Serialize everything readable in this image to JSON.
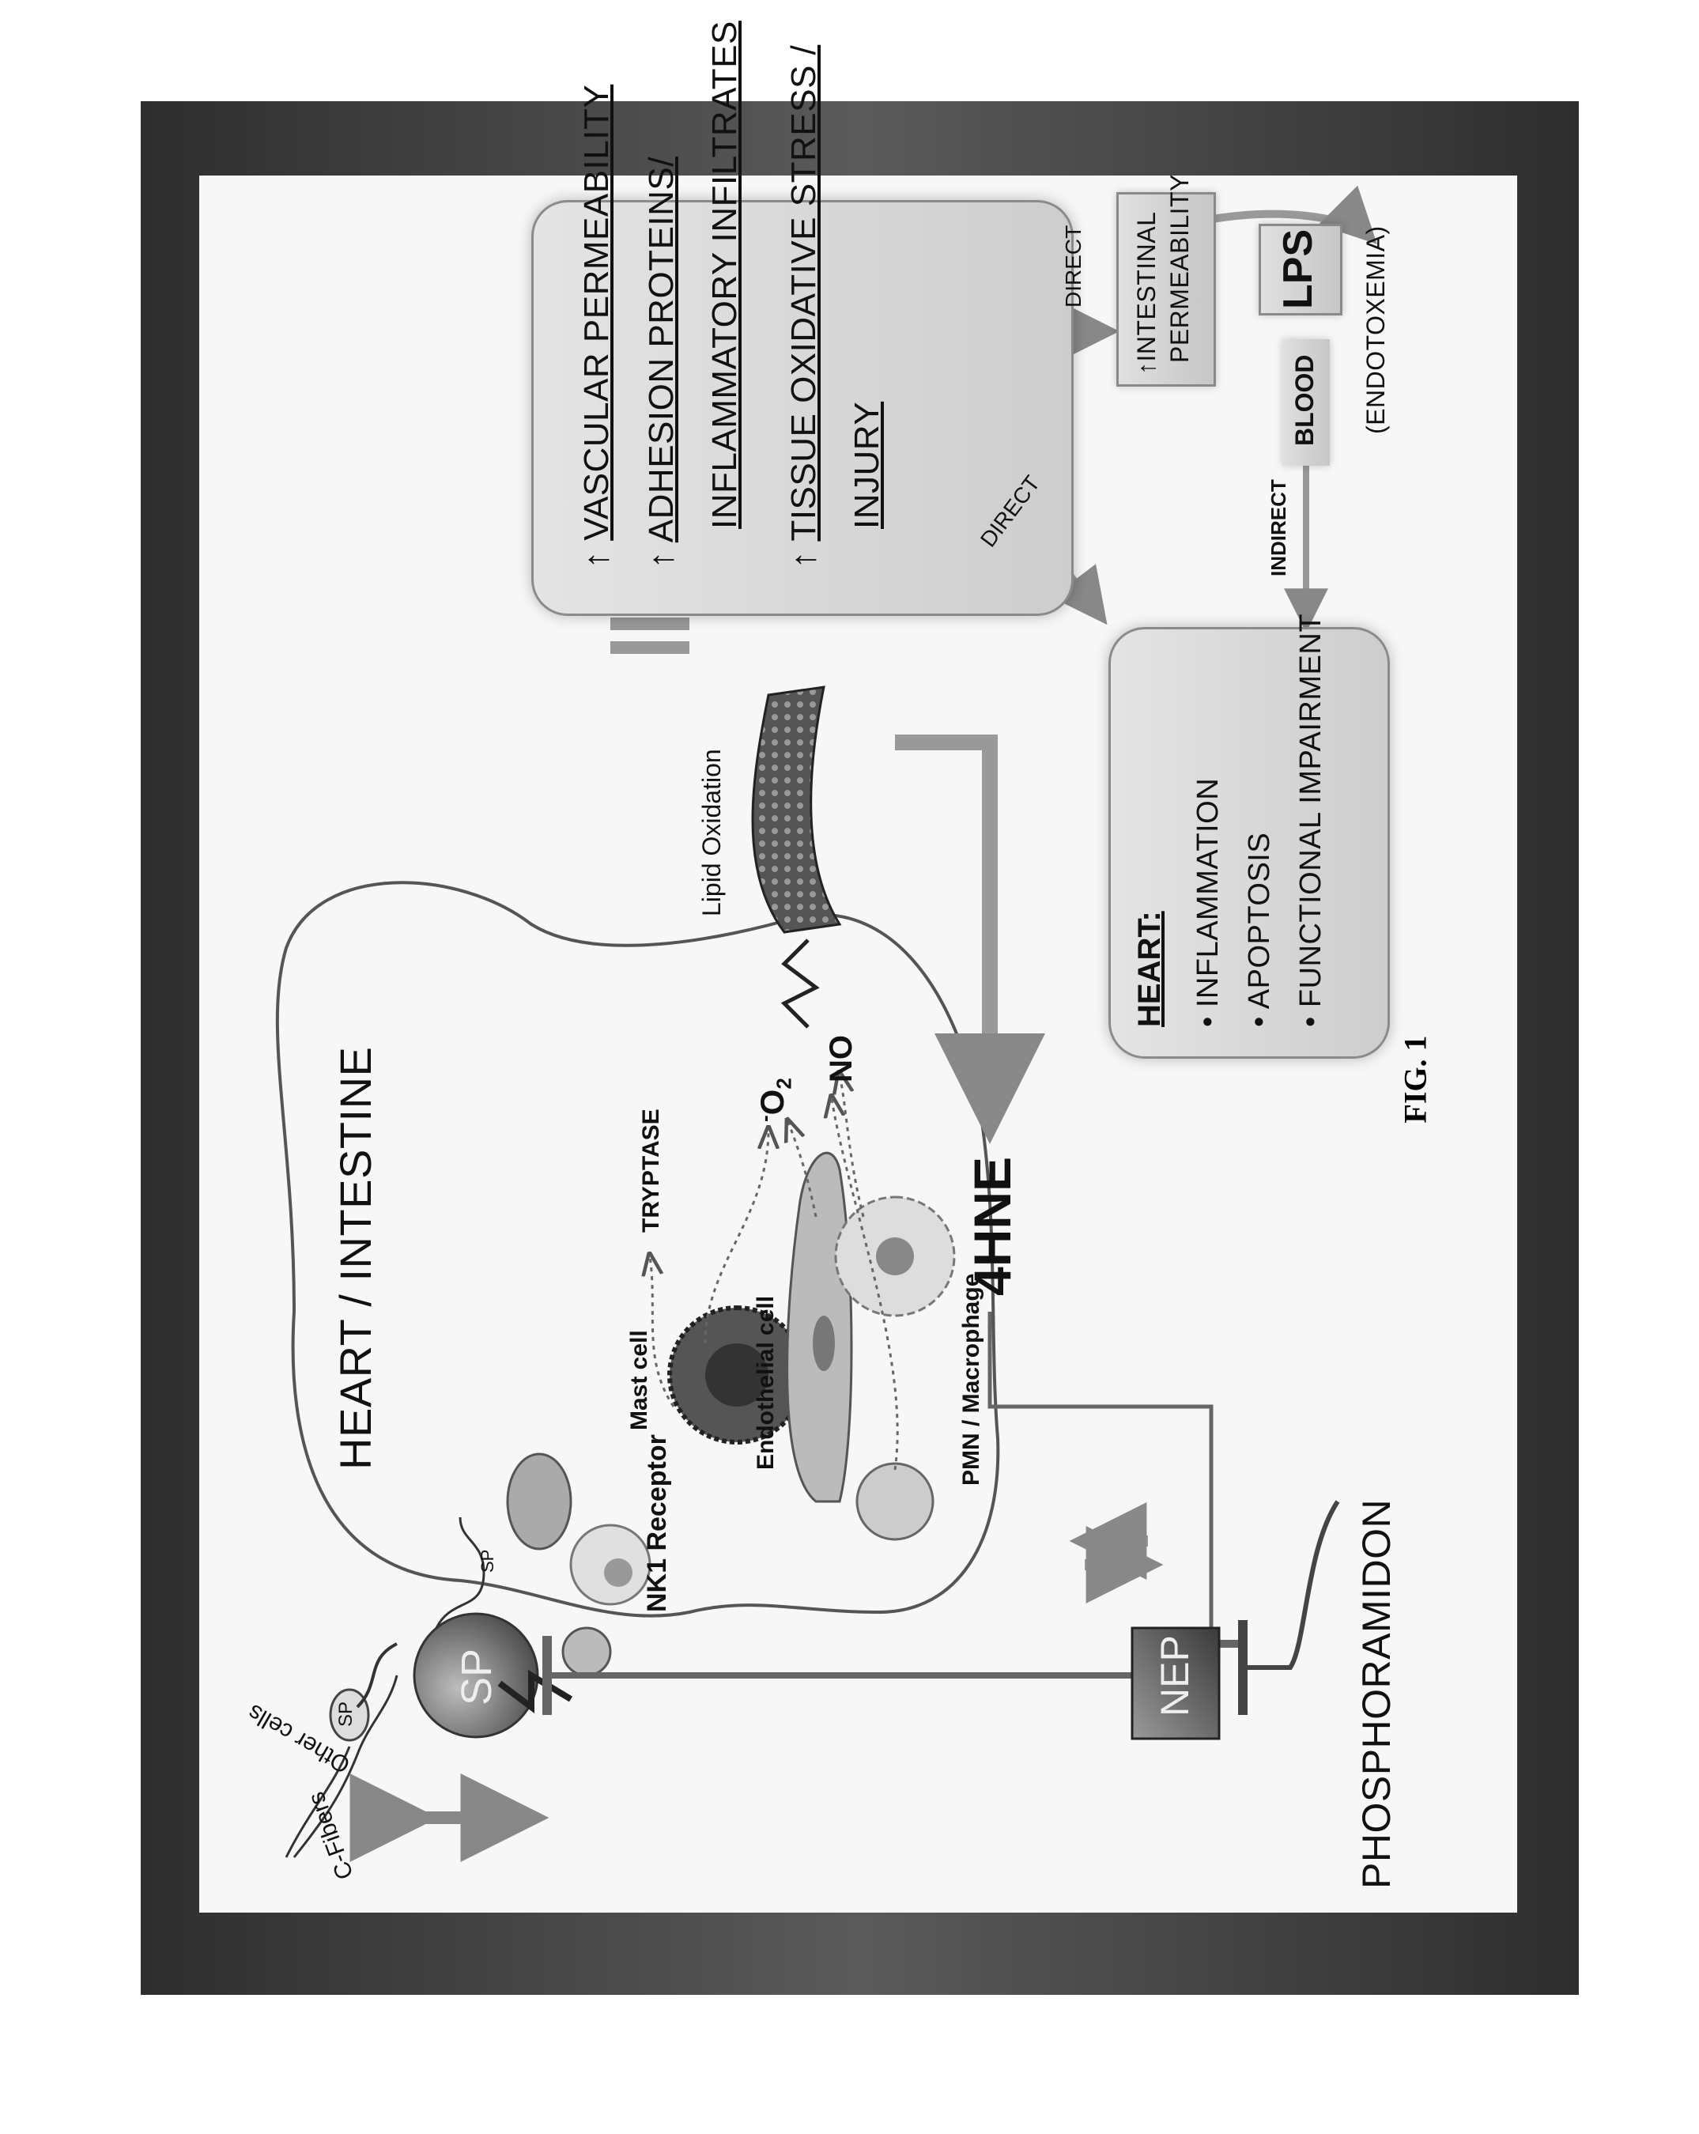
{
  "diagram": {
    "region_title": "HEART / INTESTINE",
    "labels": {
      "c_fibers": "C-Fibers",
      "sp_small": "SP",
      "other_cells": "Other cells",
      "sp_big": "SP",
      "sp_receptor_tag": "SP",
      "nk1_receptor": "NK1 Receptor",
      "mast_cell": "Mast cell",
      "endothelial_cell": "Endothelial cell",
      "pmn_macrophage": "PMN / Macrophage",
      "tryptase": "TRYPTASE",
      "o2_super": "-",
      "o2": "O",
      "o2_sub": "2",
      "no": "NO",
      "lipid_oxidation": "Lipid Oxidation",
      "hne": "4HNE",
      "nep": "NEP",
      "phosphoramidon": "PHOSPHORAMIDON",
      "direct_1": "DIRECT",
      "direct_2": "DIRECT",
      "indirect": "INDIRECT",
      "blood": "BLOOD",
      "lps": "LPS",
      "endotoxemia": "(ENDOTOXEMIA)"
    },
    "effects_box": {
      "lines": [
        "VASCULAR PERMEABILITY",
        "ADHESION PROTEINS/",
        "INFLAMMATORY INFILTRATES",
        "TISSUE OXIDATIVE STRESS /",
        "INJURY"
      ],
      "arrow": "↑"
    },
    "intestinal_box": {
      "line1": "↑INTESTINAL",
      "line2": "PERMEABILITY"
    },
    "heart_box": {
      "title": "HEART:",
      "items": [
        "• INFLAMMATION",
        "• APOPTOSIS",
        "• FUNCTIONAL IMPAIRMENT"
      ]
    }
  },
  "caption": "FIG. 1"
}
